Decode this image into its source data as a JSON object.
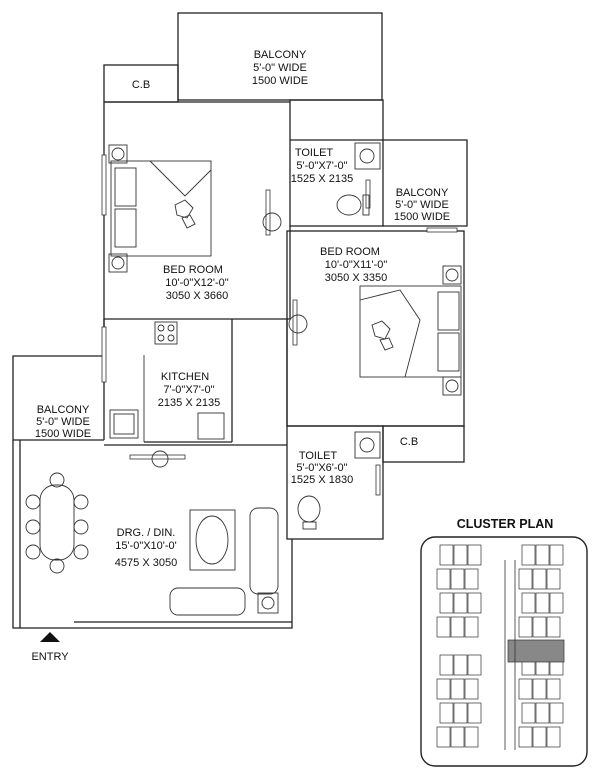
{
  "rooms": {
    "balcony_top": {
      "name": "BALCONY",
      "l1": "5'-0\" WIDE",
      "l2": "1500 WIDE"
    },
    "cb_top": {
      "name": "C.B"
    },
    "toilet_top": {
      "name": "TOILET",
      "l1": "5'-0\"X7'-0\"",
      "l2": "1525 X 2135"
    },
    "balcony_right": {
      "name": "BALCONY",
      "l1": "5'-0\" WIDE",
      "l2": "1500 WIDE"
    },
    "bedroom_left": {
      "name": "BED ROOM",
      "l1": "10'-0\"X12'-0\"",
      "l2": "3050 X 3660"
    },
    "bedroom_right": {
      "name": "BED ROOM",
      "l1": "10'-0\"X11'-0\"",
      "l2": "3050 X 3350"
    },
    "kitchen": {
      "name": "KITCHEN",
      "l1": "7'-0\"X7'-0\"",
      "l2": "2135 X 2135"
    },
    "balcony_left": {
      "name": "BALCONY",
      "l1": "5'-0\" WIDE",
      "l2": "1500 WIDE"
    },
    "cb_bottom": {
      "name": "C.B"
    },
    "toilet_bottom": {
      "name": "TOILET",
      "l1": "5'-0\"X6'-0\"",
      "l2": "1525 X 1830"
    },
    "drawing_dining": {
      "name": "DRG. / DIN.",
      "l1": "15'-0\"X10'-0'",
      "l2": "4575 X 3050"
    }
  },
  "entry": {
    "label": "ENTRY"
  },
  "cluster": {
    "title": "CLUSTER PLAN"
  }
}
